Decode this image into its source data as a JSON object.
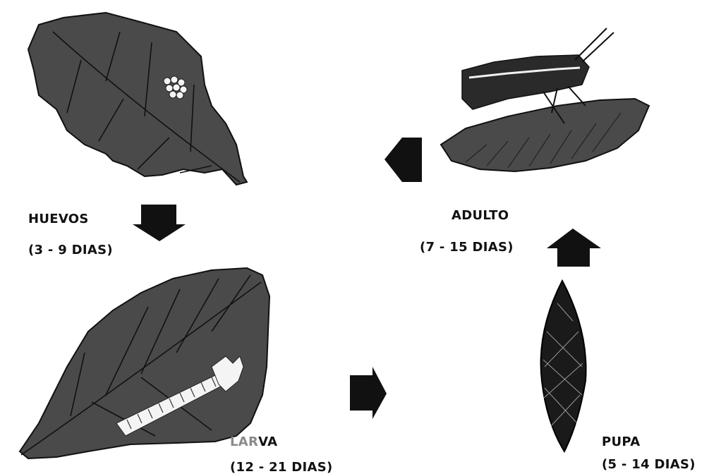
{
  "stages": [
    {
      "id": "eggs",
      "name": "HUEVOS",
      "duration": "(3 - 9 DIAS)"
    },
    {
      "id": "larva",
      "name_prefix": "LAR",
      "name_suffix": "VA",
      "duration": "(12 - 21 DIAS)"
    },
    {
      "id": "pupa",
      "name": "PUPA",
      "duration": "(5 - 14 DIAS)"
    },
    {
      "id": "adult",
      "name": "ADULTO",
      "duration": "(7 - 15 DIAS)"
    }
  ],
  "cycle_order": [
    "eggs",
    "larva",
    "pupa",
    "adult",
    "eggs"
  ],
  "colors": {
    "leaf_fill": "#4a4a4a",
    "ink": "#111111",
    "larva_label_light": "#8a8a8a",
    "background": "#ffffff"
  },
  "icons": {
    "arrow": "block-arrow",
    "egg_cluster": "egg-cluster",
    "caterpillar": "caterpillar",
    "cocoon": "pupa-cocoon",
    "moth": "moth"
  }
}
